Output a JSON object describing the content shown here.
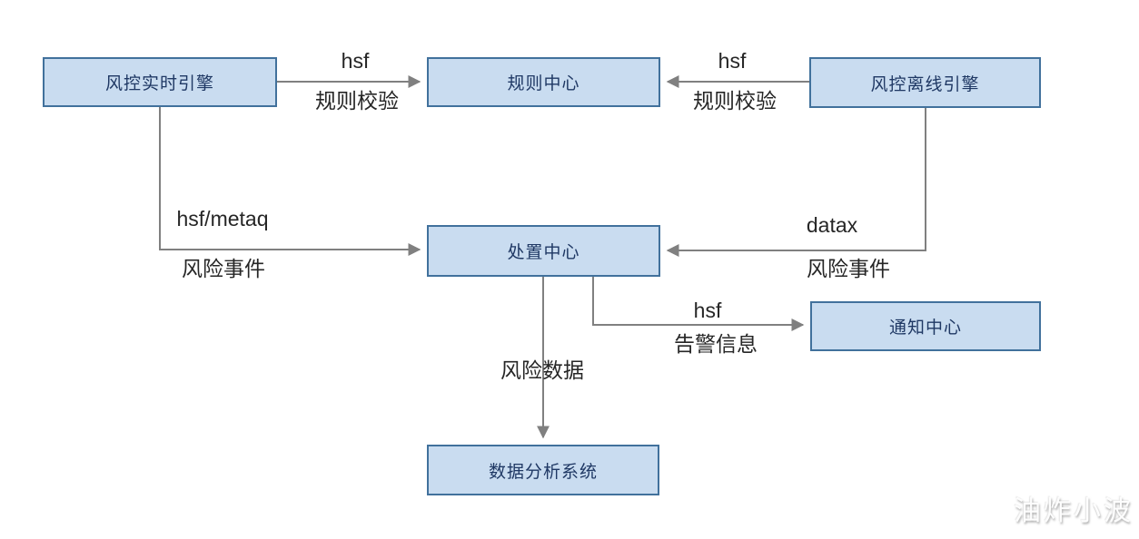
{
  "diagram": {
    "colors": {
      "node_fill": "#c9dcf0",
      "node_border": "#41719c",
      "node_text": "#1f3864",
      "edge_line": "#808080",
      "edge_text": "#262626"
    },
    "nodes": [
      {
        "id": "realtime-engine",
        "label": "风控实时引擎"
      },
      {
        "id": "rule-center",
        "label": "规则中心"
      },
      {
        "id": "offline-engine",
        "label": "风控离线引擎"
      },
      {
        "id": "dispose-center",
        "label": "处置中心"
      },
      {
        "id": "notify-center",
        "label": "通知中心"
      },
      {
        "id": "data-analysis-system",
        "label": "数据分析系统"
      }
    ],
    "edges": [
      {
        "from": "realtime-engine",
        "to": "rule-center",
        "protocol": "hsf",
        "label": "规则校验"
      },
      {
        "from": "offline-engine",
        "to": "rule-center",
        "protocol": "hsf",
        "label": "规则校验"
      },
      {
        "from": "realtime-engine",
        "to": "dispose-center",
        "protocol": "hsf/metaq",
        "label": "风险事件"
      },
      {
        "from": "offline-engine",
        "to": "dispose-center",
        "protocol": "datax",
        "label": "风险事件"
      },
      {
        "from": "dispose-center",
        "to": "notify-center",
        "protocol": "hsf",
        "label": "告警信息"
      },
      {
        "from": "dispose-center",
        "to": "data-analysis-system",
        "protocol": "",
        "label": "风险数据"
      }
    ],
    "watermark": "油炸小波"
  }
}
